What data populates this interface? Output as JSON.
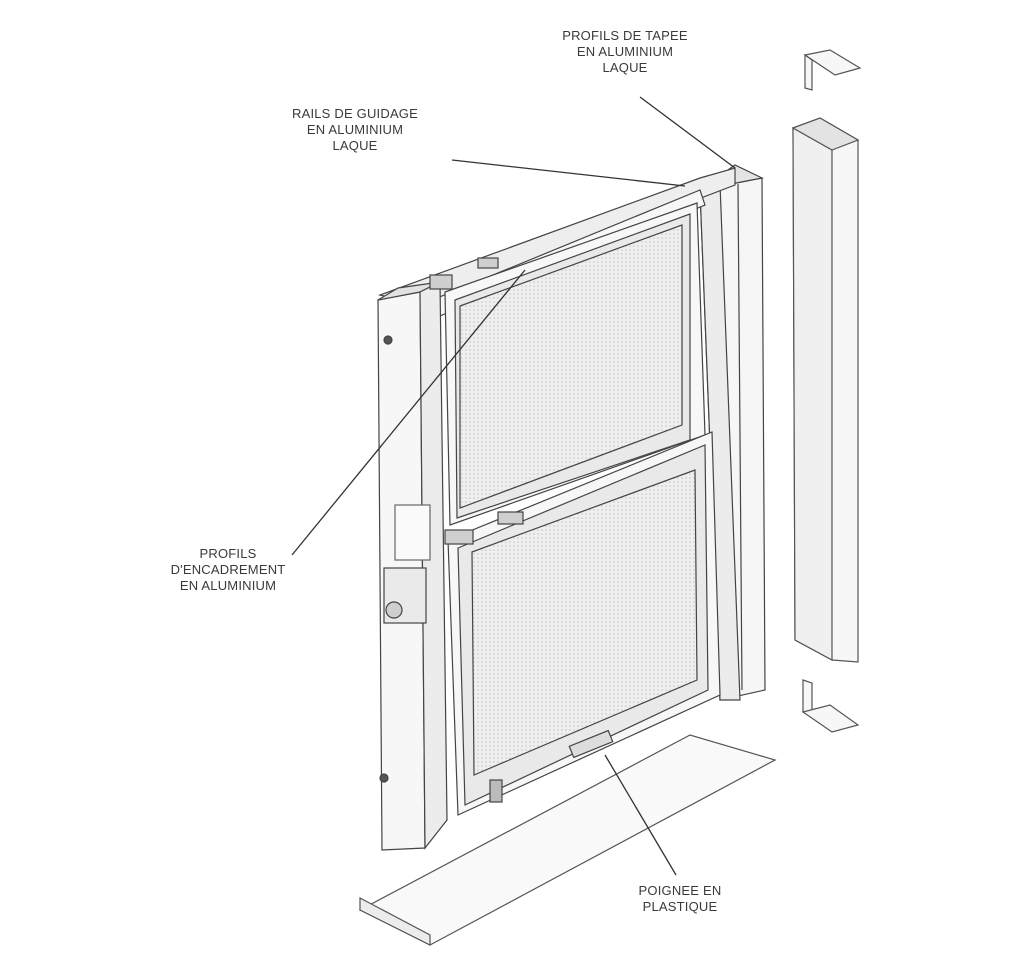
{
  "labels": {
    "profils_tapee": [
      "PROFILS DE TAPEE",
      "EN ALUMINIUM",
      "LAQUE"
    ],
    "rails_guidage": [
      "RAILS DE GUIDAGE",
      "EN ALUMINIUM",
      "LAQUE"
    ],
    "profils_encadrement": [
      "PROFILS",
      "D'ENCADREMENT",
      "EN ALUMINIUM"
    ],
    "poignee": [
      "POIGNEE EN",
      "PLASTIQUE"
    ]
  },
  "colors": {
    "line": "#333333",
    "frame_fill": "#f7f7f7",
    "frame_shade": "#e6e6e6",
    "mesh_fill": "#eeeeee",
    "mesh_dot": "#c9c9c9",
    "text": "#3a3a3a"
  }
}
